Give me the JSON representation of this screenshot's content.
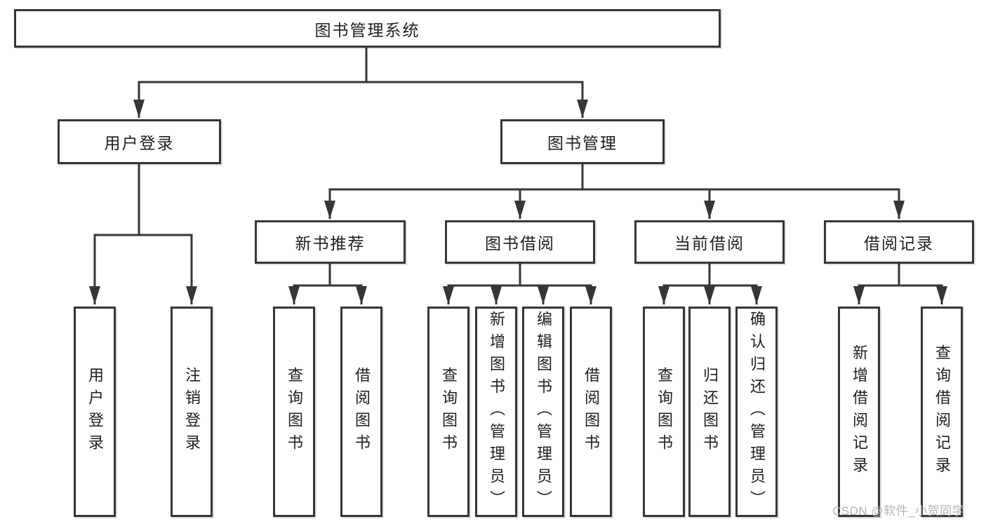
{
  "colors": {
    "line": "#363636",
    "text": "#1f1f1f",
    "watermark": "#b5b5b5",
    "background": "#ffffff"
  },
  "watermark": {
    "text": "CSDN @软件_小贺同学"
  },
  "tree": {
    "label": "图书管理系统",
    "children": [
      {
        "label": "用户登录",
        "children": [
          {
            "label": "用户登录"
          },
          {
            "label": "注销登录"
          }
        ]
      },
      {
        "label": "图书管理",
        "children": [
          {
            "label": "新书推荐",
            "children": [
              {
                "label": "查询图书"
              },
              {
                "label": "借阅图书"
              }
            ]
          },
          {
            "label": "图书借阅",
            "children": [
              {
                "label": "查询图书"
              },
              {
                "label": "新增图书（管理员）"
              },
              {
                "label": "编辑图书（管理员）"
              },
              {
                "label": "借阅图书"
              }
            ]
          },
          {
            "label": "当前借阅",
            "children": [
              {
                "label": "查询图书"
              },
              {
                "label": "归还图书"
              },
              {
                "label": "确认归还（管理员）"
              }
            ]
          },
          {
            "label": "借阅记录",
            "children": [
              {
                "label": "新增借阅记录"
              },
              {
                "label": "查询借阅记录"
              }
            ]
          }
        ]
      }
    ]
  }
}
